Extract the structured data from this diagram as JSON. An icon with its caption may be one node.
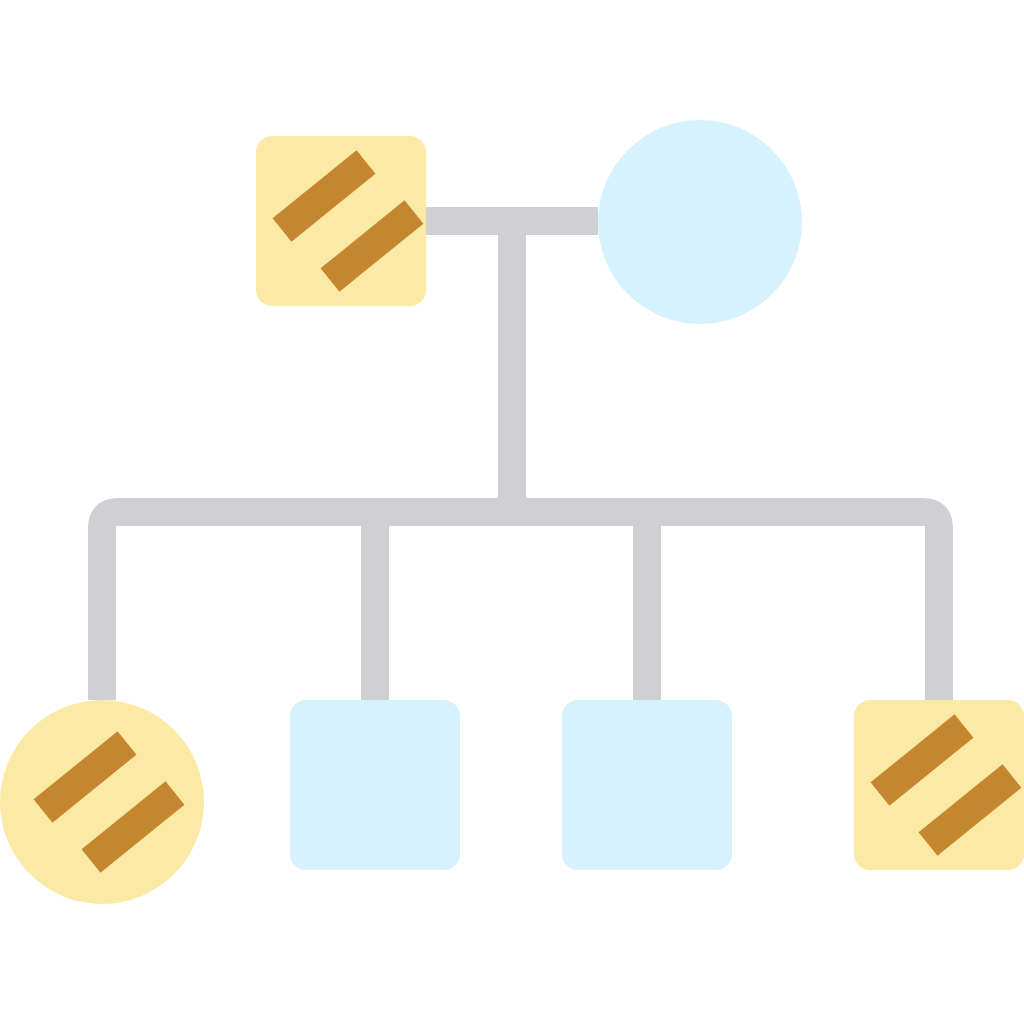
{
  "diagram": {
    "nodes": [
      {
        "text": [],
        "shape": "box"
      },
      {
        "text": [],
        "shape": "circle"
      },
      {
        "text": [],
        "shape": "circle"
      },
      {
        "text": [],
        "shape": "box"
      },
      {
        "text": [],
        "shape": "box"
      },
      {
        "text": [],
        "shape": "box"
      }
    ],
    "edges": [
      {
        "from": 0,
        "to": 1,
        "arrow": "none"
      },
      {
        "from": 0,
        "to": 2,
        "arrow": "none"
      },
      {
        "from": 0,
        "to": 3,
        "arrow": "none"
      },
      {
        "from": 0,
        "to": 4,
        "arrow": "none"
      },
      {
        "from": 0,
        "to": 5,
        "arrow": "none"
      }
    ]
  }
}
